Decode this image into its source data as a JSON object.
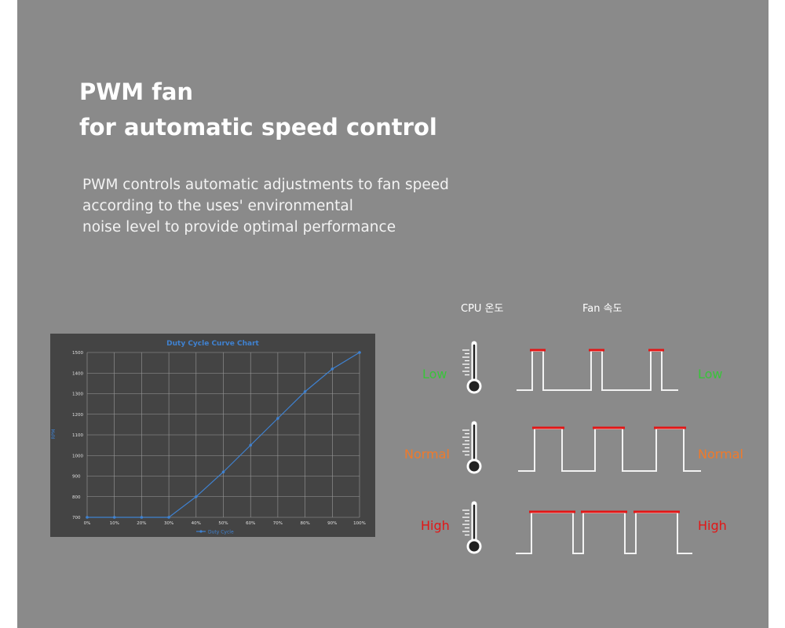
{
  "heading": {
    "line1": "PWM fan",
    "line2": "for automatic speed control"
  },
  "description": {
    "line1": "PWM controls automatic adjustments to fan speed",
    "line2": "according to the uses' environmental",
    "line3": "noise level to provide optimal performance"
  },
  "diagram": {
    "cpu_header": "CPU 온도",
    "fan_header": "Fan 속도",
    "levels": [
      {
        "label": "Low",
        "color": "#39c43a",
        "duty": 0.2
      },
      {
        "label": "Normal",
        "color": "#f07a2a",
        "duty": 0.5
      },
      {
        "label": "High",
        "color": "#e31616",
        "duty": 0.8
      }
    ],
    "pulse_highlight_color": "#e31616"
  },
  "chart_data": {
    "type": "line",
    "title": "Duty Cycle Curve Chart",
    "ylabel": "RPM",
    "xlabel": "",
    "categories": [
      "0%",
      "10%",
      "20%",
      "30%",
      "40%",
      "50%",
      "60%",
      "70%",
      "80%",
      "90%",
      "100%"
    ],
    "series": [
      {
        "name": "Duty Cycle",
        "values": [
          700,
          700,
          700,
          700,
          800,
          920,
          1050,
          1180,
          1310,
          1420,
          1500
        ]
      }
    ],
    "ylim": [
      700,
      1500
    ],
    "yticks": [
      700,
      800,
      900,
      1000,
      1100,
      1200,
      1300,
      1400,
      1500
    ],
    "grid": true,
    "legend": "bottom",
    "colors": {
      "background": "#444444",
      "line": "#3f82d1",
      "title": "#3f82d1",
      "grid": "#9a9a9a",
      "tick": "#e0e0e0"
    }
  }
}
